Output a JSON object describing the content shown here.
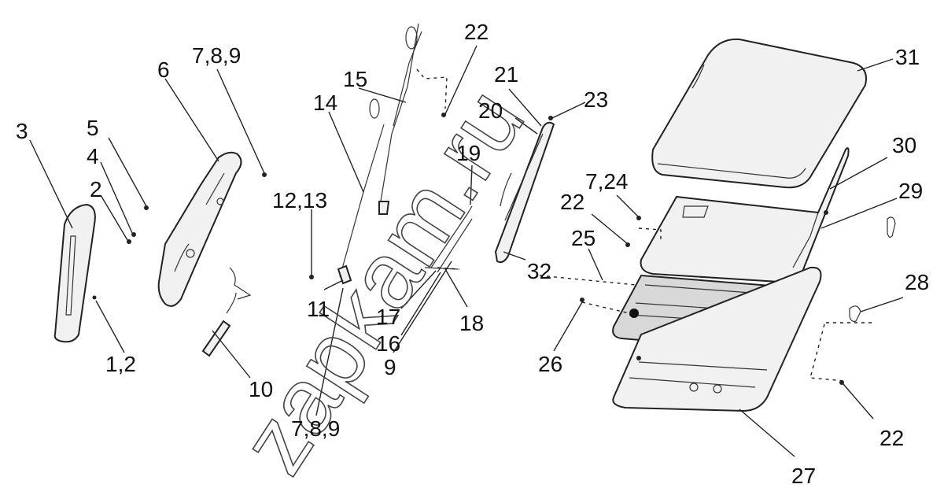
{
  "diagram": {
    "labels": {
      "l3": "3",
      "l5": "5",
      "l4": "4",
      "l2": "2",
      "l1_2": "1,2",
      "l6": "6",
      "l789_top": "7,8,9",
      "l12_13": "12,13",
      "l14": "14",
      "l15": "15",
      "l22_top": "22",
      "l21": "21",
      "l23": "23",
      "l20": "20",
      "l31": "31",
      "l30": "30",
      "l19": "19",
      "l7_24": "7,24",
      "l22_mid": "22",
      "l29": "29",
      "l11": "11",
      "l25": "25",
      "l32": "32",
      "l28": "28",
      "l17": "17",
      "l16": "16",
      "l18": "18",
      "l9": "9",
      "l26": "26",
      "l10": "10",
      "l789_bottom": "7,8,9",
      "l22_right": "22",
      "l27": "27"
    },
    "watermark": "zapkam.ru"
  }
}
